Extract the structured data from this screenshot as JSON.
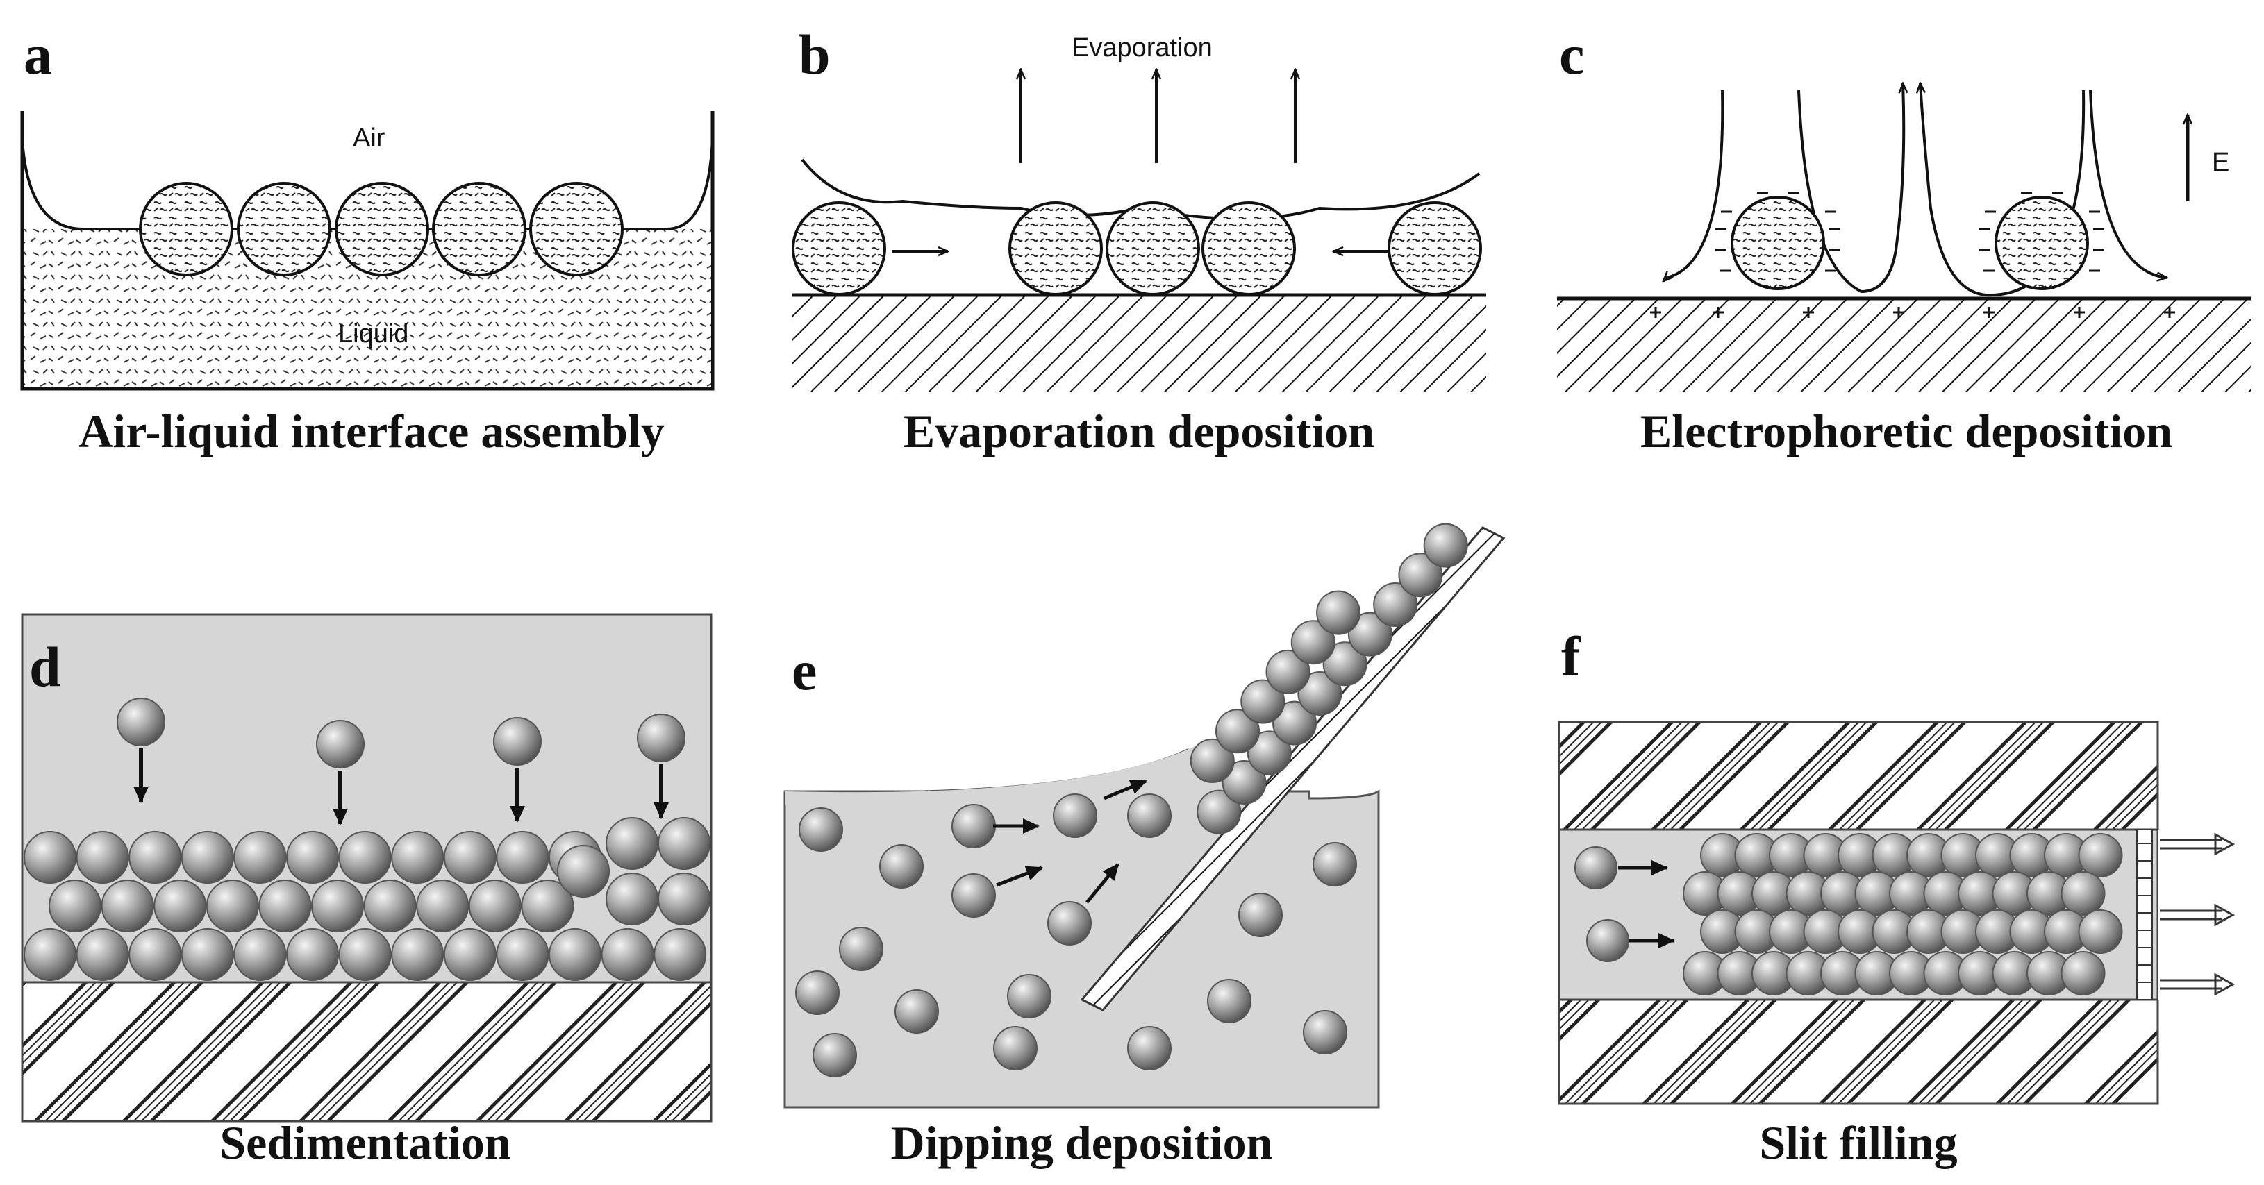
{
  "panels": [
    {
      "letter": "a",
      "caption": "Air-liquid interface assembly",
      "labels": {
        "air": "Air",
        "liquid": "Liquid"
      }
    },
    {
      "letter": "b",
      "caption": "Evaporation deposition",
      "labels": {
        "top": "Evaporation"
      }
    },
    {
      "letter": "c",
      "caption": "Electrophoretic deposition",
      "labels": {
        "field": "E"
      }
    },
    {
      "letter": "d",
      "caption": "Sedimentation"
    },
    {
      "letter": "e",
      "caption": "Dipping deposition"
    },
    {
      "letter": "f",
      "caption": "Slit filling"
    }
  ],
  "colors": {
    "ink": "#111111",
    "medium_gray": "#d6d6d6",
    "sphere_light": "#f2f2f2",
    "sphere_dark": "#555555"
  }
}
